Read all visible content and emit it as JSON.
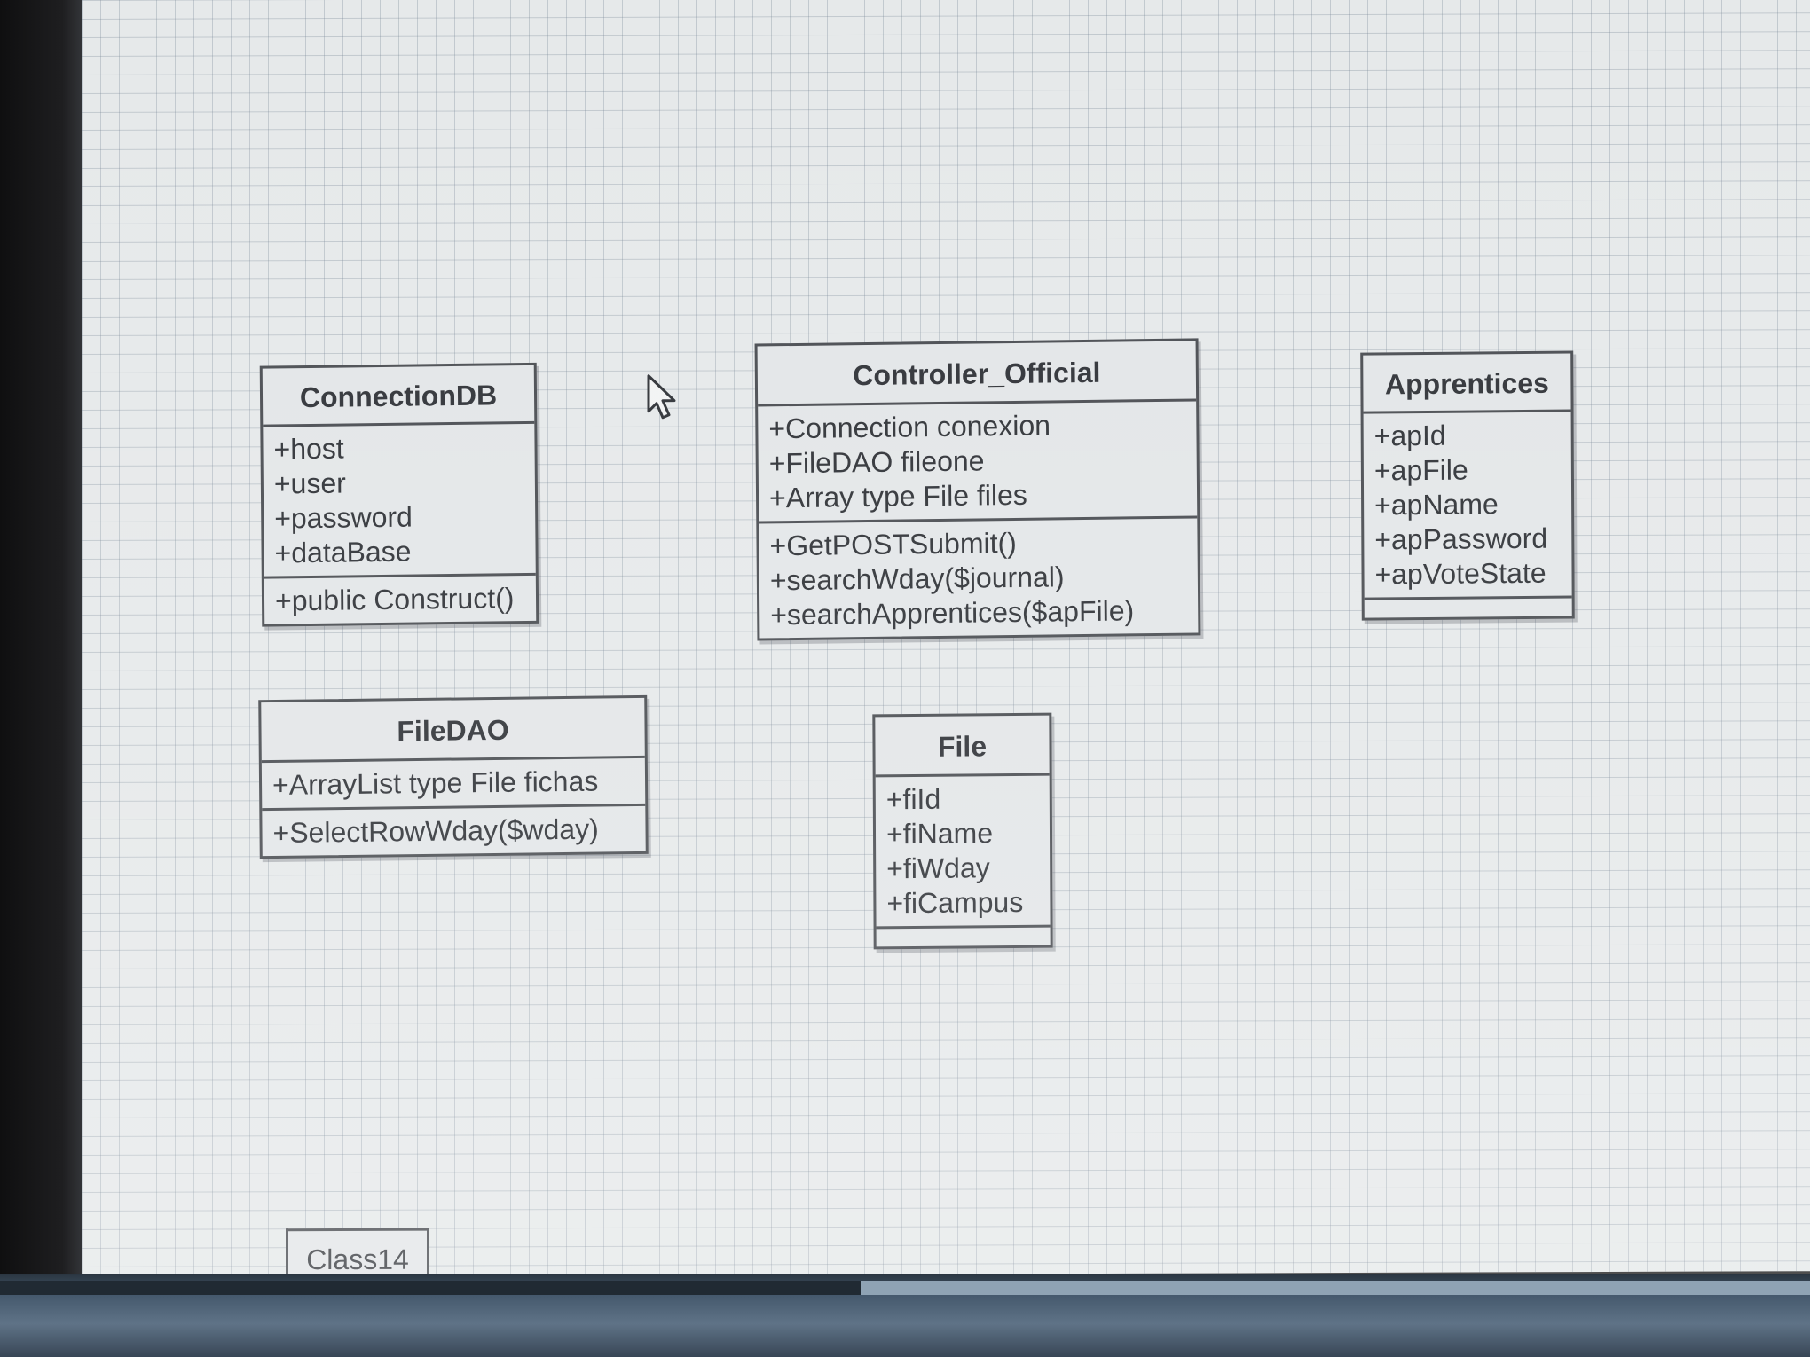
{
  "diagram": {
    "classes": [
      {
        "name": "ConnectionDB",
        "attributes": [
          "+host",
          "+user",
          "+password",
          "+dataBase"
        ],
        "operations": [
          "+public Construct()"
        ]
      },
      {
        "name": "Controller_Official",
        "attributes": [
          "+Connection conexion",
          "+FileDAO fileone",
          "+Array type File files"
        ],
        "operations": [
          "+GetPOSTSubmit()",
          "+searchWday($journal)",
          "+searchApprentices($apFile)"
        ]
      },
      {
        "name": "Apprentices",
        "attributes": [
          "+apId",
          "+apFile",
          "+apName",
          "+apPassword",
          "+apVoteState"
        ],
        "operations": []
      },
      {
        "name": "FileDAO",
        "attributes": [
          "+ArrayList type File fichas"
        ],
        "operations": [
          "+SelectRowWday($wday)"
        ]
      },
      {
        "name": "File",
        "attributes": [
          "+fiId",
          "+fiName",
          "+fiWday",
          "+fiCampus"
        ],
        "operations": []
      }
    ],
    "new_class_tab": "Class14"
  },
  "icons": {
    "cursor": "mouse-pointer-icon"
  },
  "colors": {
    "canvas_background": "#e6e9ea",
    "grid_line": "#8795a5",
    "class_border": "#4a4d52",
    "class_fill": "#e3e6e8",
    "text": "#2f3237"
  }
}
